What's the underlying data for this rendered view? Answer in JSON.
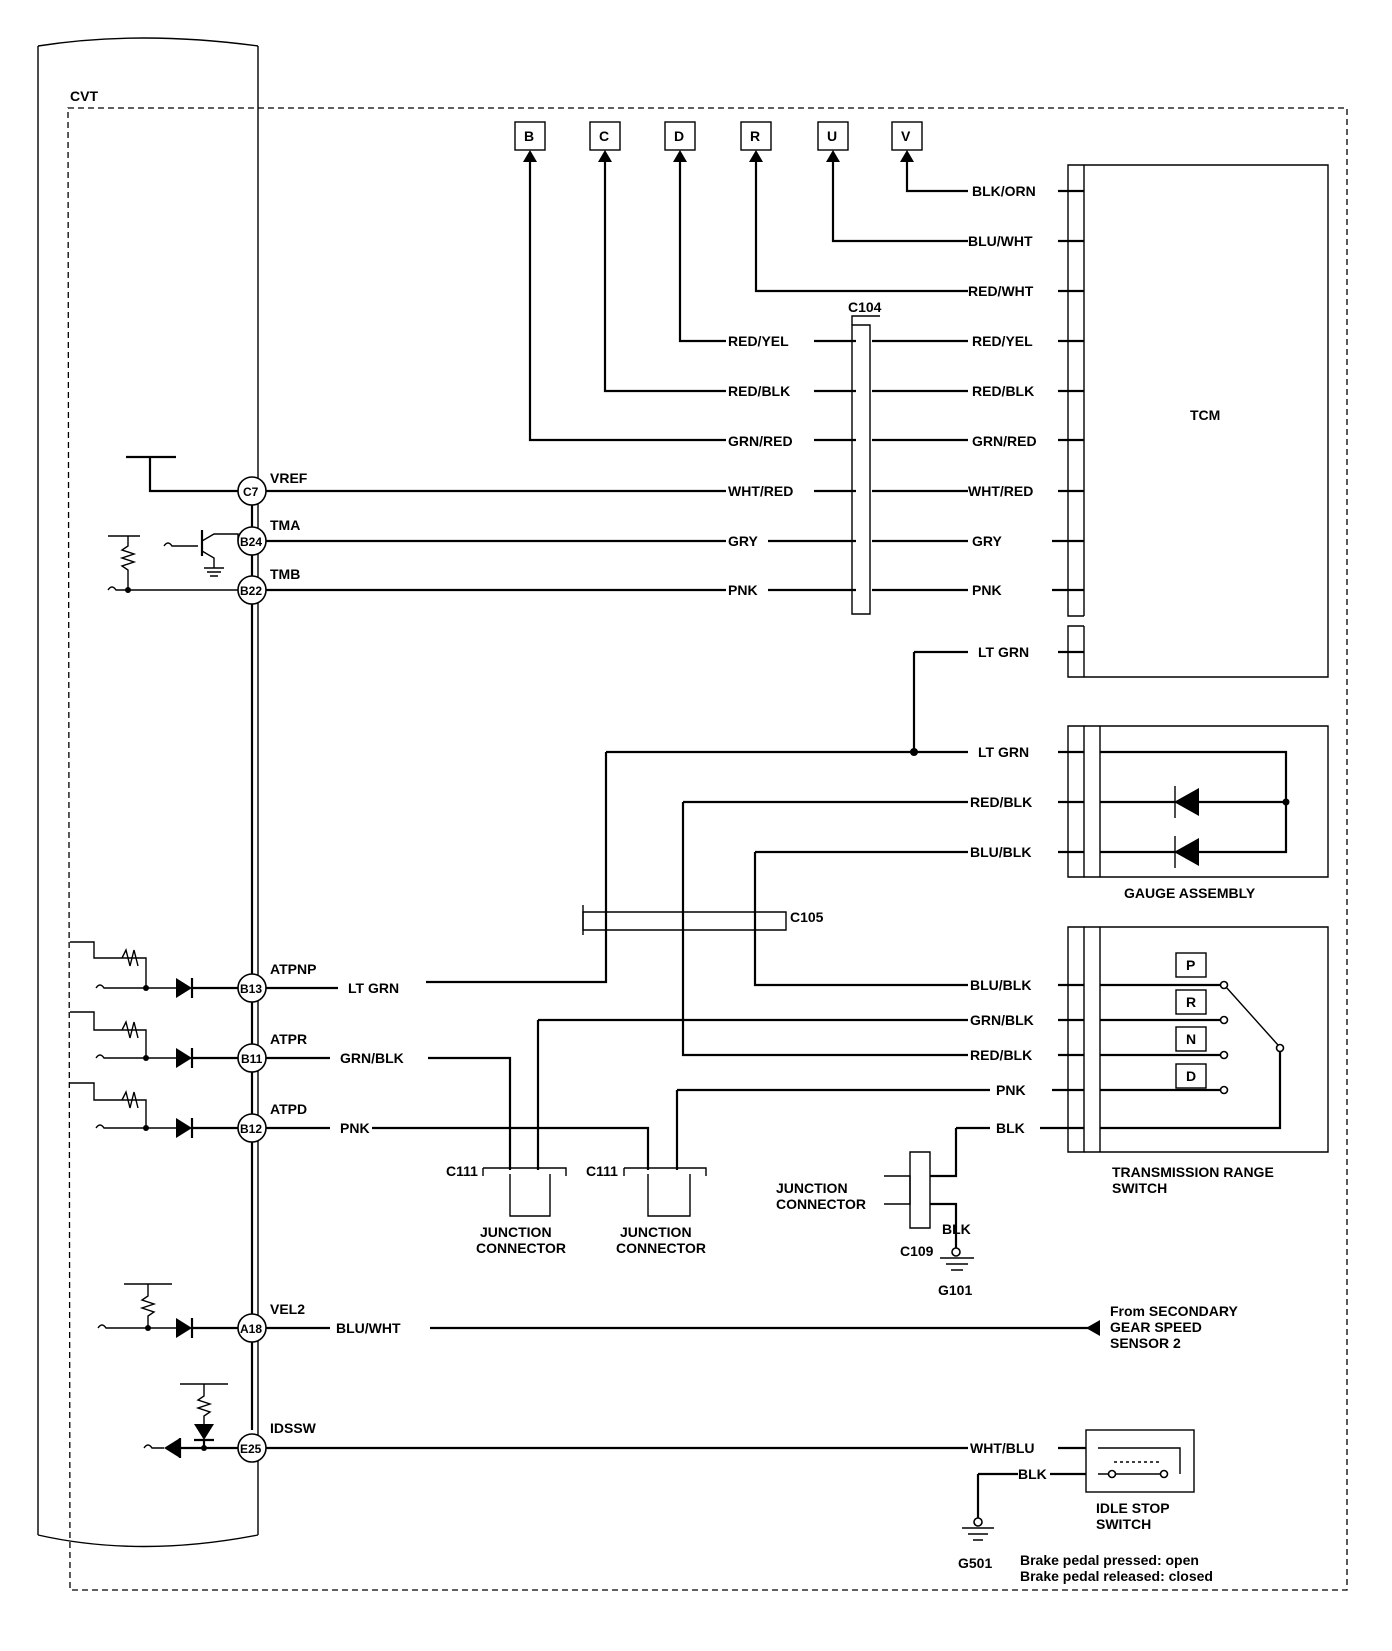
{
  "module_left": "CVT",
  "module_right": "TCM",
  "gauge_assembly": "GAUGE ASSEMBLY",
  "trs_label": [
    "TRANSMISSION RANGE",
    "SWITCH"
  ],
  "idle_stop_label": [
    "IDLE STOP",
    "SWITCH"
  ],
  "sensor_label": [
    "From SECONDARY",
    "GEAR SPEED",
    "SENSOR 2"
  ],
  "idle_notes": [
    "Brake pedal pressed: open",
    "Brake pedal released: closed"
  ],
  "top_connectors": [
    "B",
    "C",
    "D",
    "R",
    "U",
    "V"
  ],
  "connectors": {
    "c104": "C104",
    "c105": "C105",
    "c111_a": "C111",
    "c111_b": "C111",
    "c109": "C109",
    "g101": "G101",
    "g501": "G501"
  },
  "junction_connectors": [
    [
      "JUNCTION",
      "CONNECTOR"
    ],
    [
      "JUNCTION",
      "CONNECTOR"
    ],
    [
      "JUNCTION",
      "CONNECTOR"
    ]
  ],
  "pins": [
    {
      "id": "C7",
      "signal": "VREF"
    },
    {
      "id": "B24",
      "signal": "TMA"
    },
    {
      "id": "B22",
      "signal": "TMB"
    },
    {
      "id": "B13",
      "signal": "ATPNP"
    },
    {
      "id": "B11",
      "signal": "ATPR"
    },
    {
      "id": "B12",
      "signal": "ATPD"
    },
    {
      "id": "A18",
      "signal": "VEL2"
    },
    {
      "id": "E25",
      "signal": "IDSSW"
    }
  ],
  "trs_positions": [
    "P",
    "R",
    "N",
    "D"
  ],
  "wires": {
    "blk_orn": "BLK/ORN",
    "blu_wht_top": "BLU/WHT",
    "red_wht": "RED/WHT",
    "red_yel_l": "RED/YEL",
    "red_yel_r": "RED/YEL",
    "red_blk_l": "RED/BLK",
    "red_blk_r": "RED/BLK",
    "grn_red_l": "GRN/RED",
    "grn_red_r": "GRN/RED",
    "wht_red_l": "WHT/RED",
    "wht_red_r": "WHT/RED",
    "gry_l": "GRY",
    "gry_r": "GRY",
    "pnk_l": "PNK",
    "pnk_r": "PNK",
    "lt_grn_tcm": "LT GRN",
    "lt_grn_gauge": "LT GRN",
    "red_blk_gauge": "RED/BLK",
    "blu_blk_gauge": "BLU/BLK",
    "lt_grn_b13": "LT GRN",
    "grn_blk_b11": "GRN/BLK",
    "pnk_b12": "PNK",
    "blu_blk_trs": "BLU/BLK",
    "grn_blk_trs": "GRN/BLK",
    "red_blk_trs": "RED/BLK",
    "pnk_trs": "PNK",
    "blk_trs": "BLK",
    "blk_c109": "BLK",
    "blu_wht_a18": "BLU/WHT",
    "wht_blu": "WHT/BLU",
    "blk_idle": "BLK"
  }
}
